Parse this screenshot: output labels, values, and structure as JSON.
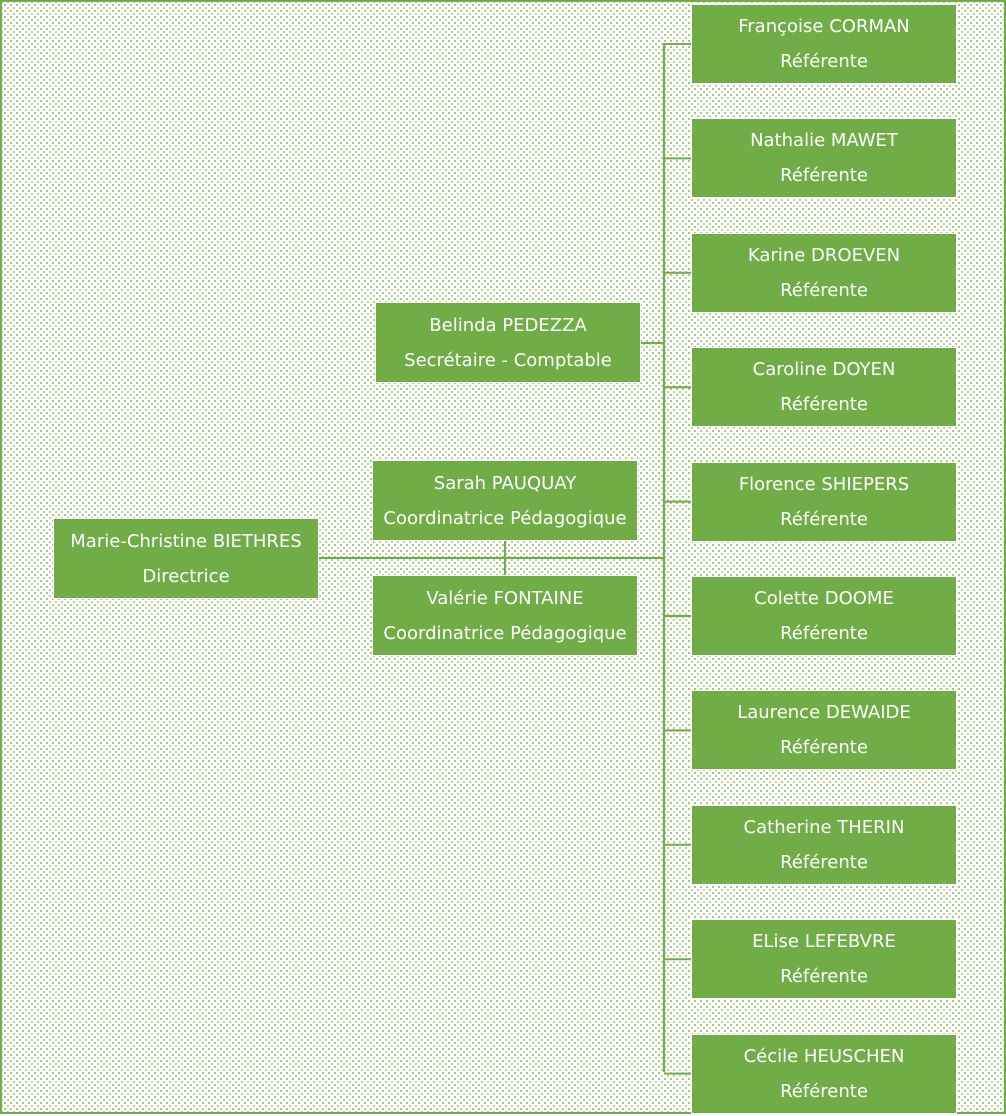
{
  "colors": {
    "node": "#70ad47",
    "connector": "#70ad47",
    "border": "#70ad47"
  },
  "director": {
    "name": "Marie-Christine BIETHRES",
    "role": "Directrice"
  },
  "secretary": {
    "name": "Belinda PEDEZZA",
    "role": "Secrétaire - Comptable"
  },
  "coordinators": [
    {
      "name": "Sarah PAUQUAY",
      "role": "Coordinatrice Pédagogique"
    },
    {
      "name": "Valérie FONTAINE",
      "role": "Coordinatrice Pédagogique"
    }
  ],
  "referents": [
    {
      "name": "Françoise CORMAN",
      "role": "Référente"
    },
    {
      "name": "Nathalie MAWET",
      "role": "Référente"
    },
    {
      "name": "Karine DROEVEN",
      "role": "Référente"
    },
    {
      "name": "Caroline DOYEN",
      "role": "Référente"
    },
    {
      "name": "Florence SHIEPERS",
      "role": "Référente"
    },
    {
      "name": "Colette DOOME",
      "role": "Référente"
    },
    {
      "name": "Laurence DEWAIDE",
      "role": "Référente"
    },
    {
      "name": "Catherine THERIN",
      "role": "Référente"
    },
    {
      "name": "ELise LEFEBVRE",
      "role": "Référente"
    },
    {
      "name": "Cécile HEUSCHEN",
      "role": "Référente"
    }
  ]
}
